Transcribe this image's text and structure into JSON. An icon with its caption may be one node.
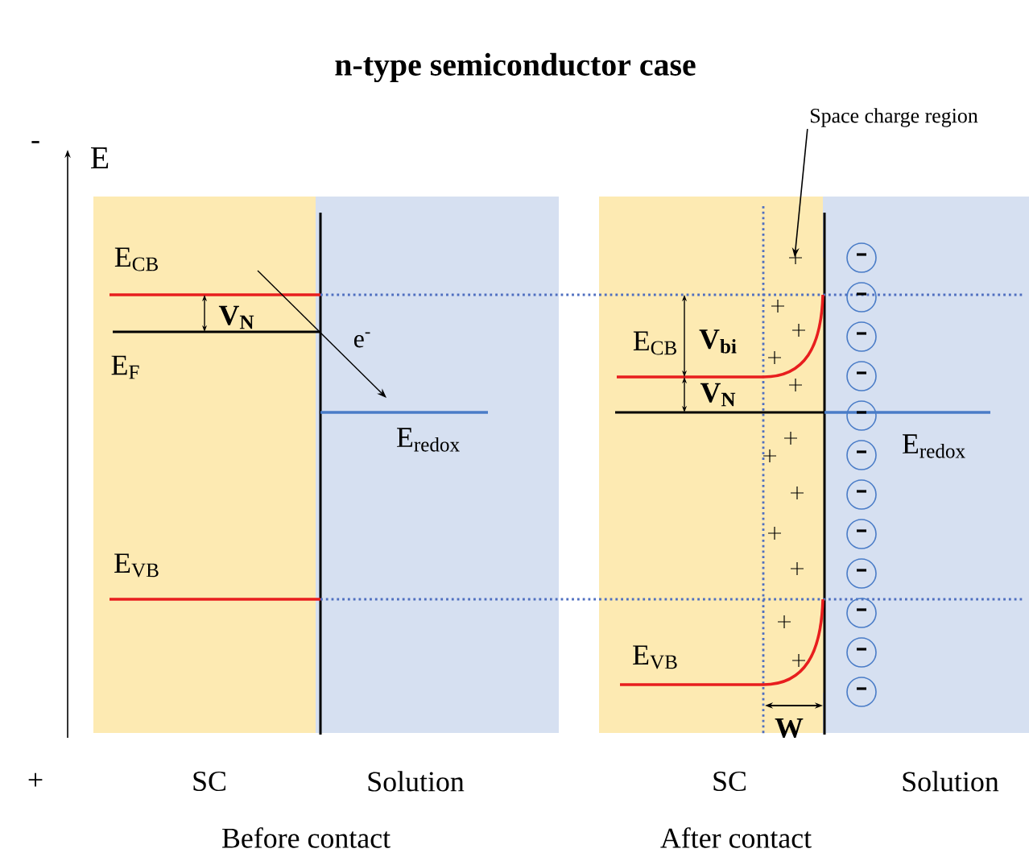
{
  "diagram": {
    "title": "n-type semiconductor case",
    "nodes": [
      {
        "text": [
          "Space charge region"
        ]
      },
      {
        "text": [],
        "shape": "box"
      }
    ],
    "edges": [
      {
        "from": 0,
        "to": 1,
        "arrow": "to"
      }
    ],
    "labels": [
      "-",
      "E",
      "E$_{CB}$",
      "V$_{N}$",
      "E$_{F}$",
      "e$^{-}$",
      "E$_{redox}$",
      "E$_{VB}$",
      "E$_{CB}$",
      "V$_{bi}$",
      "V$_{N}$",
      "E$_{redox}$",
      "E$_{VB}$",
      "W",
      "+",
      "SC",
      "Solution",
      "SC",
      "Solution",
      "Before contact",
      "After contact"
    ]
  }
}
